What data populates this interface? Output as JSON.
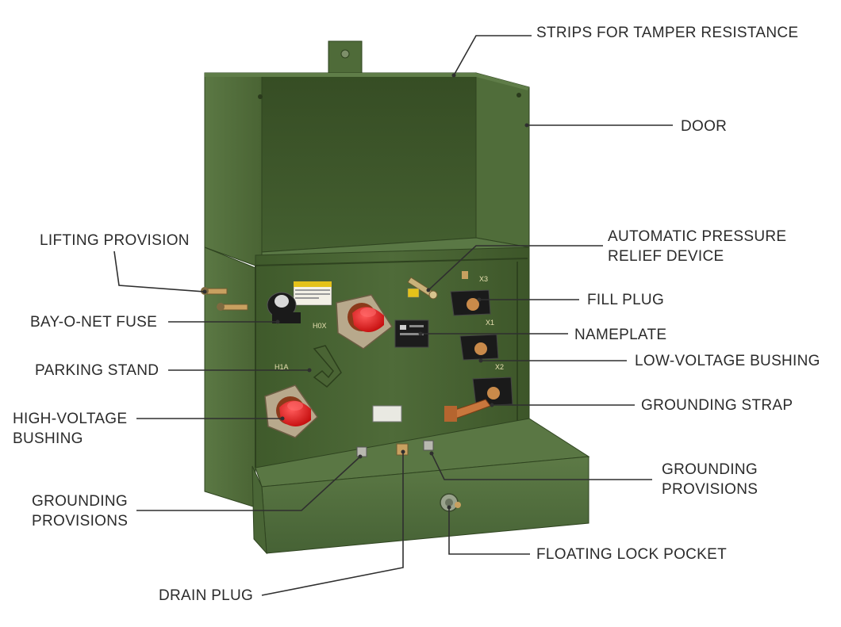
{
  "labels": {
    "strips": "STRIPS FOR TAMPER RESISTANCE",
    "door": "DOOR",
    "lifting": "LIFTING PROVISION",
    "pressure_relief_line1": "AUTOMATIC PRESSURE",
    "pressure_relief_line2": "RELIEF DEVICE",
    "fill_plug": "FILL PLUG",
    "bayonet_fuse": "BAY-O-NET FUSE",
    "nameplate": "NAMEPLATE",
    "lv_bushing": "LOW-VOLTAGE BUSHING",
    "parking_stand": "PARKING STAND",
    "grounding_strap": "GROUNDING STRAP",
    "hv_bushing_line1": "HIGH-VOLTAGE",
    "hv_bushing_line2": "BUSHING",
    "grounding_right_line1": "GROUNDING",
    "grounding_right_line2": "PROVISIONS",
    "grounding_left_line1": "GROUNDING",
    "grounding_left_line2": "PROVISIONS",
    "floating_lock": "FLOATING LOCK POCKET",
    "drain_plug": "DRAIN PLUG"
  },
  "terminal_marks": {
    "x3": "X3",
    "x1": "X1",
    "x2": "X2",
    "h1a": "H1A",
    "h0x": "H0X"
  },
  "colors": {
    "tank_green": "#4f6a3a",
    "tank_dark": "#3b5228",
    "bushing_red": "#e01e1e",
    "text": "#2b2b2b"
  }
}
